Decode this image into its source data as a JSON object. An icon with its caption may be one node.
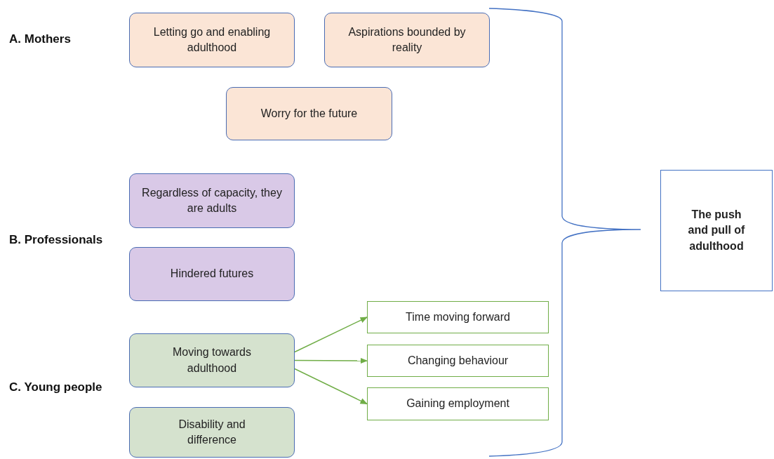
{
  "diagram": {
    "nodes": [
      {
        "text": [
          "Letting go and enabling adulthood"
        ]
      },
      {
        "text": [
          "Aspirations bounded by reality"
        ]
      },
      {
        "text": [
          "Worry for the future"
        ]
      },
      {
        "text": [
          "Regardless of capacity, they are adults"
        ]
      },
      {
        "text": [
          "Hindered futures"
        ]
      },
      {
        "text": [
          "Moving towards adulthood"
        ]
      },
      {
        "text": [
          "Disability and difference"
        ]
      },
      {
        "text": [
          "Time moving forward"
        ]
      },
      {
        "text": [
          "Changing behaviour"
        ]
      },
      {
        "text": [
          "Gaining employment"
        ]
      },
      {
        "text": [
          "The push and pull of adulthood"
        ]
      }
    ],
    "edges": [
      {
        "from": 5,
        "to": 7,
        "arrow": "to"
      },
      {
        "from": 5,
        "to": 8,
        "arrow": "to"
      },
      {
        "from": 5,
        "to": 9,
        "arrow": "to"
      }
    ],
    "labels": [
      "A. Mothers",
      "B. Professionals",
      "C. Young people"
    ]
  }
}
